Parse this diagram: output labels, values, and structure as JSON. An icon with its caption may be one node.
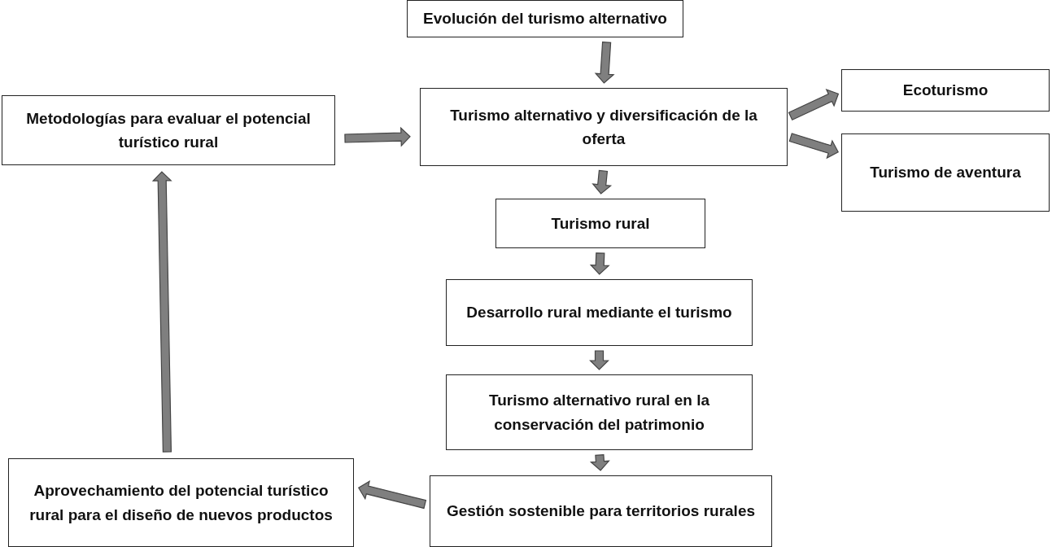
{
  "diagram": {
    "nodes": [
      {
        "text": [
          "Evolución del turismo alternativo"
        ]
      },
      {
        "text": [
          "Metodologías para evaluar el potencial turístico rural"
        ]
      },
      {
        "text": [
          "Turismo alternativo y diversificación de la oferta"
        ]
      },
      {
        "text": [
          "Ecoturismo"
        ]
      },
      {
        "text": [
          "Turismo de aventura"
        ]
      },
      {
        "text": [
          "Turismo rural"
        ]
      },
      {
        "text": [
          "Desarrollo rural mediante el turismo"
        ]
      },
      {
        "text": [
          "Turismo alternativo rural en la conservación del patrimonio"
        ]
      },
      {
        "text": [
          "Gestión sostenible para territorios rurales"
        ]
      },
      {
        "text": [
          "Aprovechamiento del potencial turístico rural para el diseño de nuevos productos"
        ]
      }
    ],
    "edges": [
      {
        "from": 0,
        "to": 2,
        "arrow": "to"
      },
      {
        "from": 2,
        "to": 3,
        "arrow": "to"
      },
      {
        "from": 2,
        "to": 4,
        "arrow": "to"
      },
      {
        "from": 2,
        "to": 5,
        "arrow": "to"
      },
      {
        "from": 5,
        "to": 6,
        "arrow": "to"
      },
      {
        "from": 6,
        "to": 7,
        "arrow": "to"
      },
      {
        "from": 7,
        "to": 8,
        "arrow": "to"
      },
      {
        "from": 8,
        "to": 9,
        "arrow": "to"
      },
      {
        "from": 9,
        "to": 1,
        "arrow": "to"
      },
      {
        "from": 1,
        "to": 2,
        "arrow": "to"
      }
    ]
  }
}
